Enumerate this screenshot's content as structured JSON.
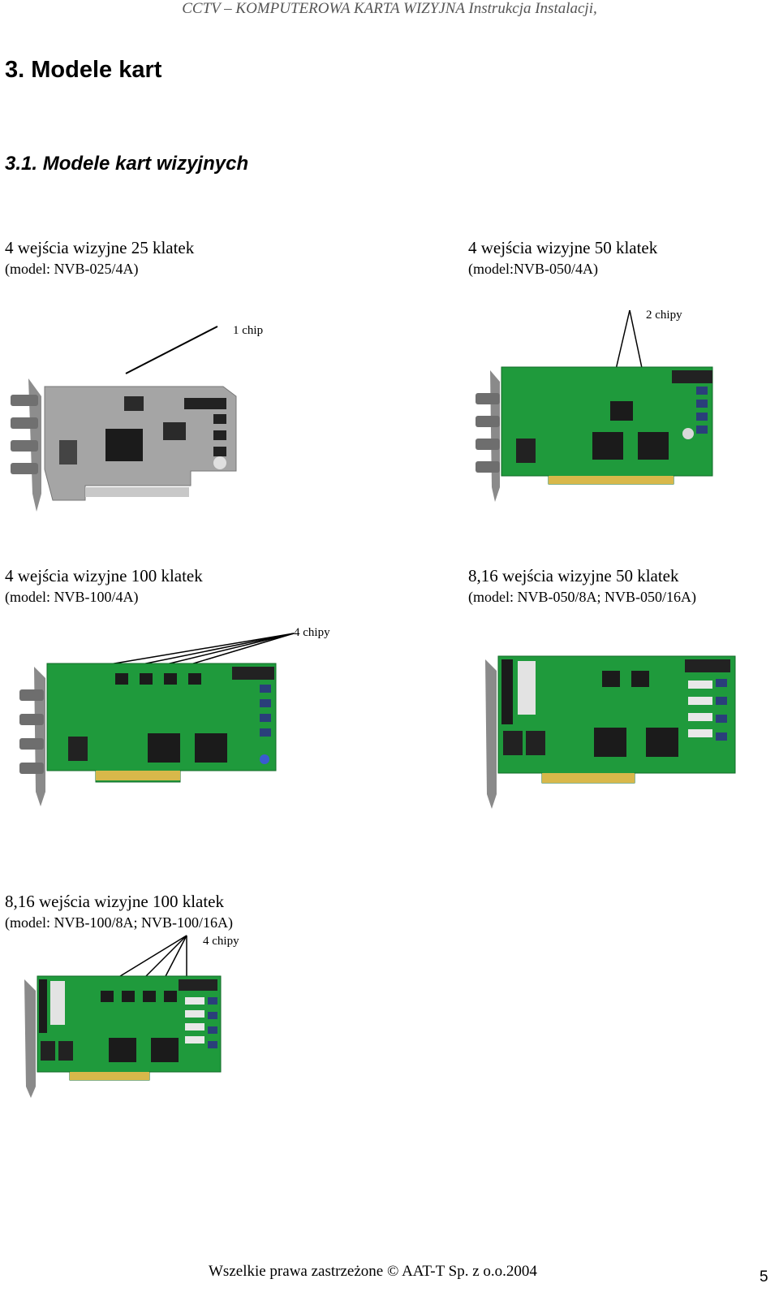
{
  "header": {
    "text": "CCTV – KOMPUTEROWA KARTA WIZYJNA Instrukcja Instalacji,"
  },
  "section": {
    "h1": "3.  Modele kart",
    "h2": "3.1.    Modele kart wizyjnych"
  },
  "models": [
    {
      "title": "4 wejścia wizyjne 25 klatek",
      "subtitle": "(model: NVB-025/4A)",
      "chip_label": "1 chip",
      "card_color": "silver"
    },
    {
      "title": "4 wejścia wizyjne 50 klatek",
      "subtitle": "(model:NVB-050/4A)",
      "chip_label": "2 chipy",
      "card_color": "green"
    },
    {
      "title": "4 wejścia wizyjne 100 klatek",
      "subtitle": "(model: NVB-100/4A)",
      "chip_label": "4 chipy",
      "card_color": "green"
    },
    {
      "title": "8,16 wejścia wizyjne 50 klatek",
      "subtitle": "(model: NVB-050/8A; NVB-050/16A)",
      "chip_label": "",
      "card_color": "green"
    },
    {
      "title": "8,16 wejścia wizyjne 100 klatek",
      "subtitle": "(model: NVB-100/8A; NVB-100/16A)",
      "chip_label": "4 chipy",
      "card_color": "green"
    }
  ],
  "colors": {
    "pcb_green": "#1f9a3c",
    "pcb_silver": "#9a9a9a",
    "chip": "#1b1b1b",
    "gold": "#d8b84a"
  },
  "footer": {
    "text": "Wszelkie prawa zastrzeżone © AAT-T Sp. z o.o.2004",
    "page": "5"
  }
}
